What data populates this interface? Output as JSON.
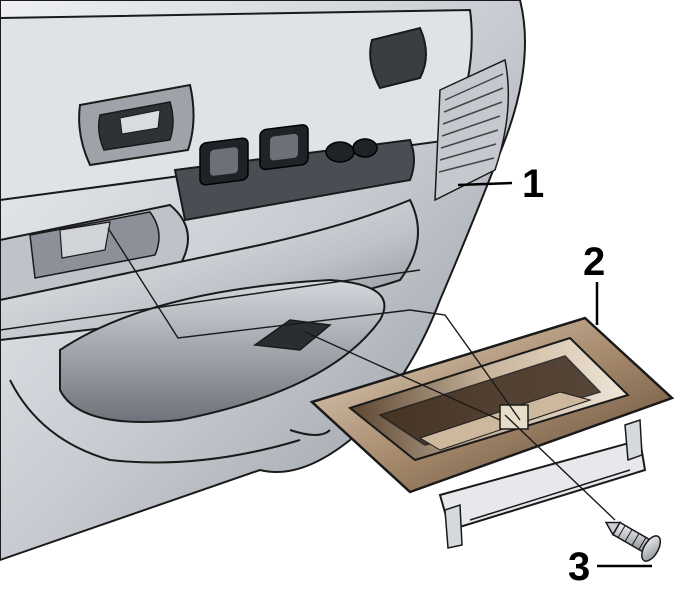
{
  "callouts": [
    {
      "label": "1"
    },
    {
      "label": "2"
    },
    {
      "label": "3"
    }
  ],
  "colors": {
    "panel_light": "#e4e6ea",
    "panel_mid": "#b9bdc4",
    "panel_dark": "#6e737b",
    "outline": "#1a1a1a",
    "handle_light": "#d9c8b2",
    "handle_mid": "#9a7f63",
    "handle_dark": "#4f3b28",
    "screw": "#c9ccd1"
  }
}
